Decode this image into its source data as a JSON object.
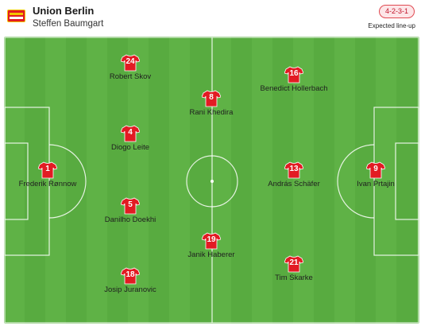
{
  "header": {
    "team_name": "Union Berlin",
    "coach": "Steffen Baumgart",
    "formation": "4-2-3-1",
    "lineup_label": "Expected line-up",
    "logo_icon": "union-berlin-crest-icon"
  },
  "colors": {
    "shirt": "#e21b23",
    "pitch_light": "#5fb246",
    "pitch_dark": "#58ab40",
    "badge_border": "#e04a52",
    "badge_text": "#c0142a"
  },
  "players": [
    {
      "number": "1",
      "name": "Frederik Rønnow"
    },
    {
      "number": "24",
      "name": "Robert Skov"
    },
    {
      "number": "4",
      "name": "Diogo Leite"
    },
    {
      "number": "5",
      "name": "Danilho Doekhi"
    },
    {
      "number": "18",
      "name": "Josip Juranovic"
    },
    {
      "number": "8",
      "name": "Rani Khedira"
    },
    {
      "number": "19",
      "name": "Janik Haberer"
    },
    {
      "number": "16",
      "name": "Benedict Hollerbach"
    },
    {
      "number": "13",
      "name": "András Schäfer"
    },
    {
      "number": "21",
      "name": "Tim Skarke"
    },
    {
      "number": "9",
      "name": "Ivan Prtajin"
    }
  ]
}
